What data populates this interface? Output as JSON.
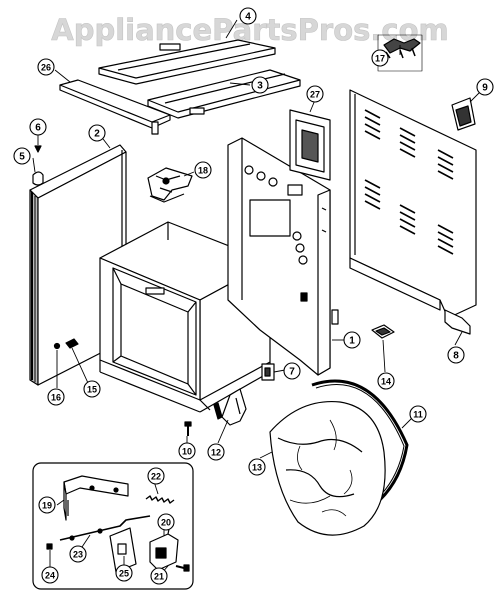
{
  "watermark": "AppliancePartsPros.com",
  "callouts": [
    {
      "id": "c1",
      "label": "1"
    },
    {
      "id": "c2",
      "label": "2"
    },
    {
      "id": "c3",
      "label": "3"
    },
    {
      "id": "c4",
      "label": "4"
    },
    {
      "id": "c5",
      "label": "5"
    },
    {
      "id": "c6",
      "label": "6"
    },
    {
      "id": "c7",
      "label": "7"
    },
    {
      "id": "c8",
      "label": "8"
    },
    {
      "id": "c9",
      "label": "9"
    },
    {
      "id": "c10",
      "label": "10"
    },
    {
      "id": "c11",
      "label": "11"
    },
    {
      "id": "c12",
      "label": "12"
    },
    {
      "id": "c13",
      "label": "13"
    },
    {
      "id": "c14",
      "label": "14"
    },
    {
      "id": "c15",
      "label": "15"
    },
    {
      "id": "c16",
      "label": "16"
    },
    {
      "id": "c17",
      "label": "17"
    },
    {
      "id": "c18",
      "label": "18"
    },
    {
      "id": "c19",
      "label": "19"
    },
    {
      "id": "c20",
      "label": "20"
    },
    {
      "id": "c21",
      "label": "21"
    },
    {
      "id": "c22",
      "label": "22"
    },
    {
      "id": "c23",
      "label": "23"
    },
    {
      "id": "c24",
      "label": "24"
    },
    {
      "id": "c25",
      "label": "25"
    },
    {
      "id": "c26",
      "label": "26"
    },
    {
      "id": "c27",
      "label": "27"
    }
  ]
}
